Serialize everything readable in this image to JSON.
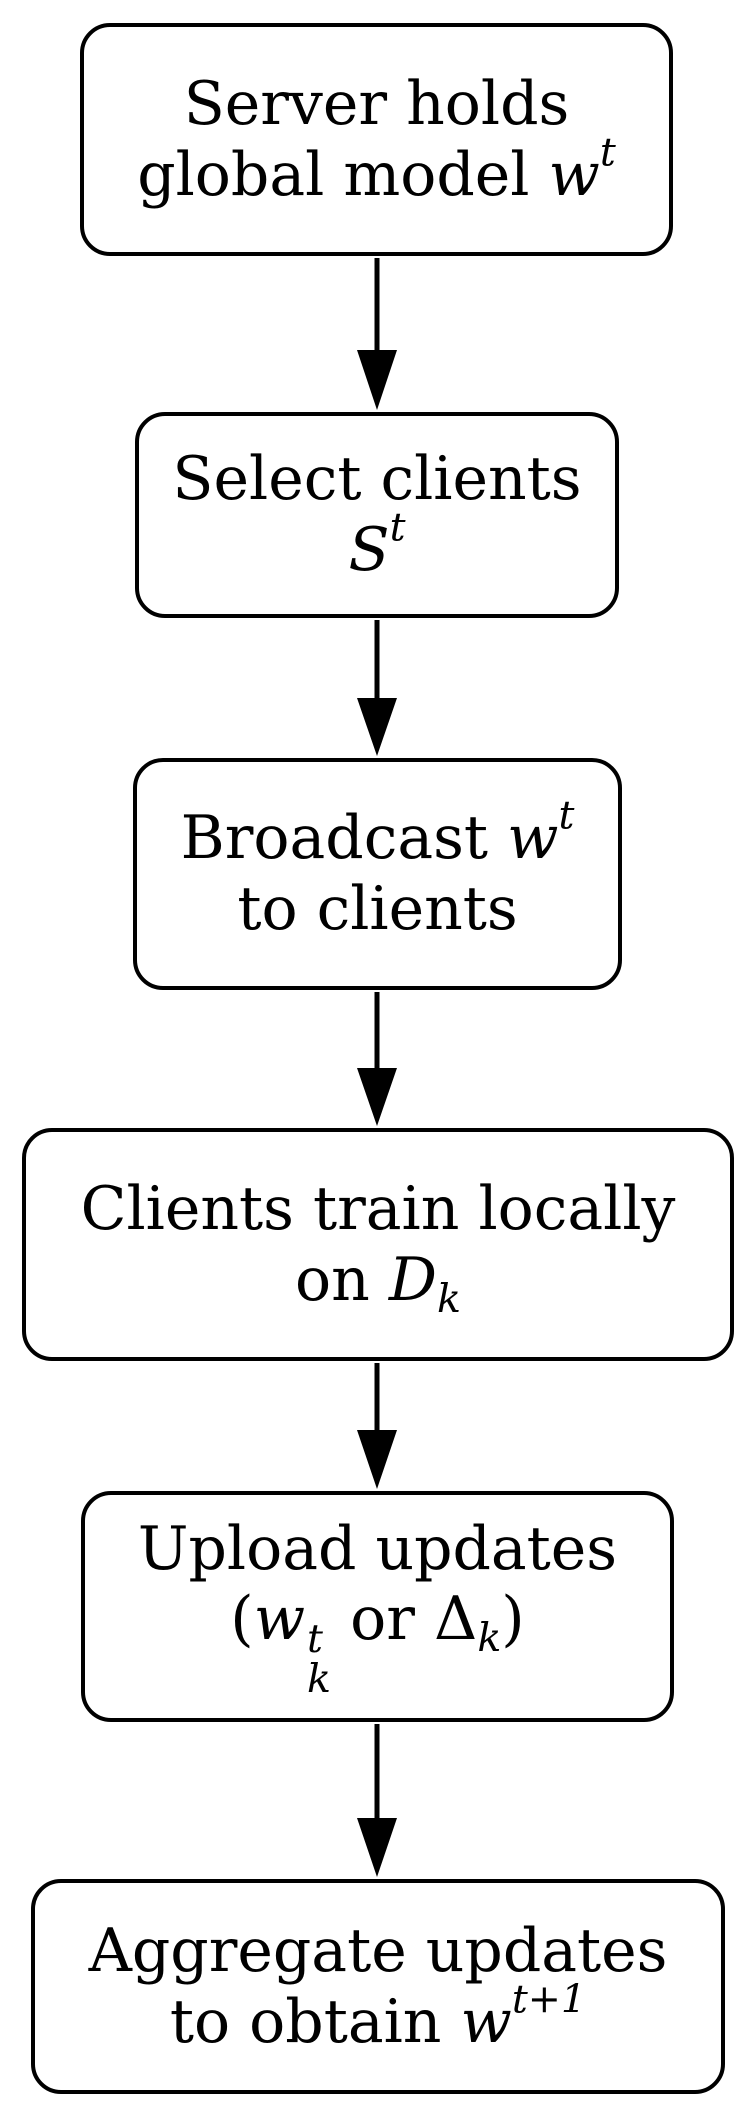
{
  "nodes": [
    {
      "line1": "Server holds",
      "line2_text": "global model ",
      "line2_var": "w",
      "line2_sup": "t"
    },
    {
      "line1": "Select clients",
      "line2_var": "S",
      "line2_sup": "t"
    },
    {
      "line1_text": "Broadcast ",
      "line1_var": "w",
      "line1_sup": "t",
      "line2": "to clients"
    },
    {
      "line1": "Clients train locally",
      "line2_text": "on ",
      "line2_var": "D",
      "line2_sub": "k"
    },
    {
      "line1": "Upload updates",
      "line2_open": "(",
      "line2_var": "w",
      "line2_sup": "t",
      "line2_sub": "k",
      "line2_mid": " or Δ",
      "line2_sub2": "k",
      "line2_close": ")"
    },
    {
      "line1": "Aggregate updates",
      "line2_text": "to obtain ",
      "line2_var": "w",
      "line2_sup": "t+1"
    }
  ]
}
